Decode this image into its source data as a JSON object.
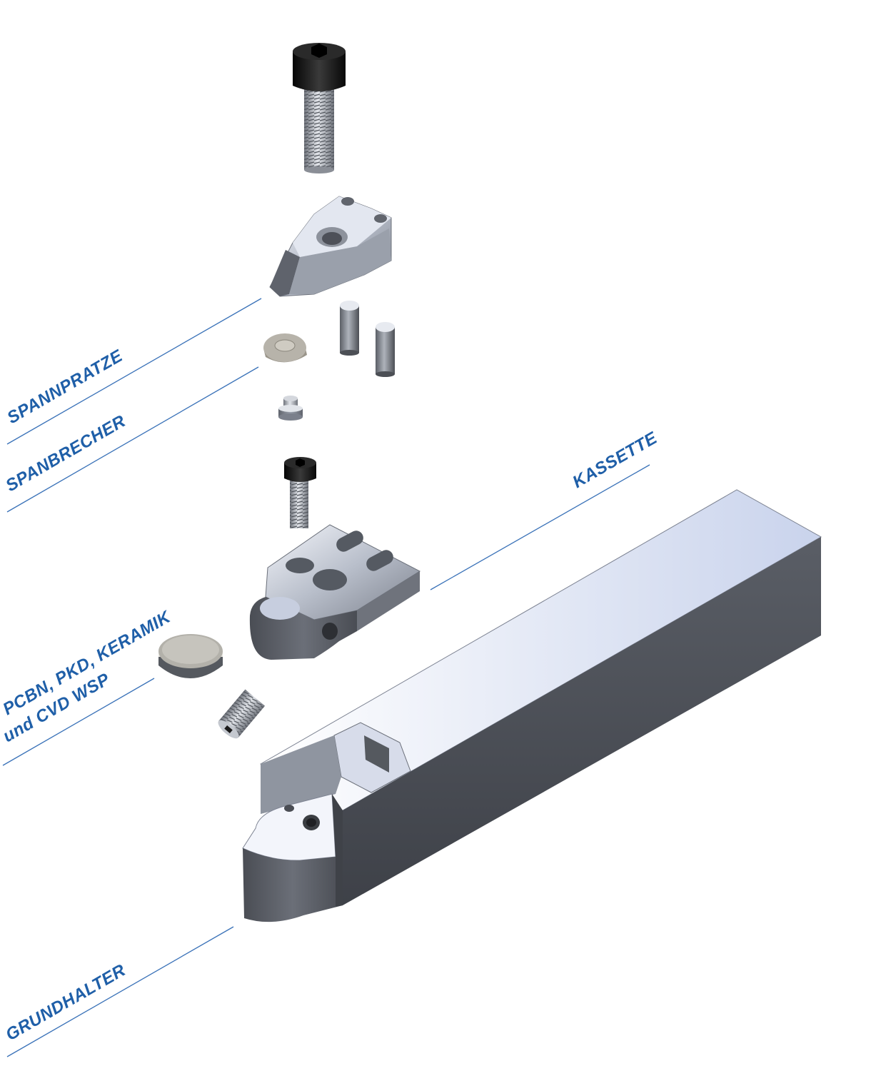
{
  "labels": {
    "spannpratze": "SPANNPRATZE",
    "spanbrecher": "SPANBRECHER",
    "kassette": "KASSETTE",
    "insert_line1": "PCBN, PKD, KERAMIK",
    "insert_line2": "und CVD WSP",
    "grundhalter": "GRUNDHALTER"
  },
  "colors": {
    "label_blue": "#1f5fa8",
    "leader_line": "#3a72b8",
    "steel_light": "#e8eef8",
    "steel_mid": "#a9afbb",
    "steel_dark": "#4f535b",
    "screw_black": "#1c1c1c",
    "insert_grey": "#b7b3aa"
  },
  "icons": [
    "cap-screw-large",
    "clamp-claw",
    "chip-breaker-disc",
    "dowel-pin",
    "small-screw",
    "cap-screw-medium",
    "cassette-block",
    "round-insert",
    "set-screw",
    "tool-holder-shank"
  ]
}
